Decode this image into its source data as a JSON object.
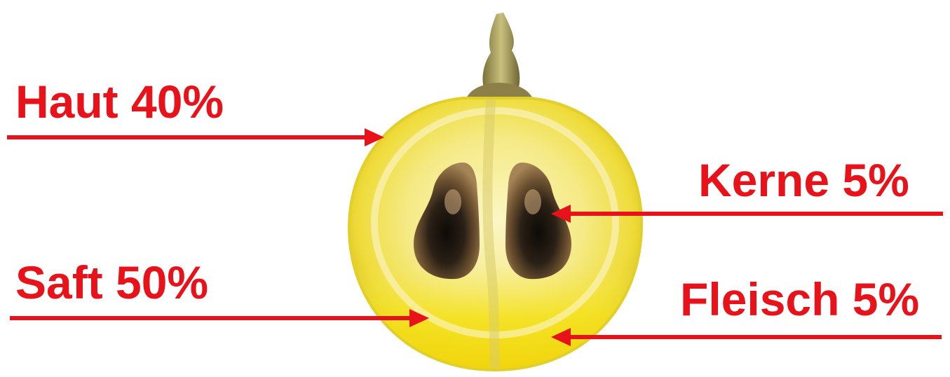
{
  "colors": {
    "label": "#e8121b",
    "arrow": "#e8121b",
    "background": "#ffffff",
    "berry_skin": "#f2e24a",
    "berry_flesh": "#f7f0a6",
    "juice": "#f4de12",
    "seed_outer": "#8a6a3e",
    "seed_inner": "#1c1610",
    "stem": "#a49a5a"
  },
  "labels": {
    "haut": "Haut 40%",
    "kerne": "Kerne 5%",
    "saft": "Saft 50%",
    "fleisch": "Fleisch 5%"
  },
  "parts": [
    {
      "name": "Haut",
      "percent": 40
    },
    {
      "name": "Kerne",
      "percent": 5
    },
    {
      "name": "Saft",
      "percent": 50
    },
    {
      "name": "Fleisch",
      "percent": 5
    }
  ]
}
